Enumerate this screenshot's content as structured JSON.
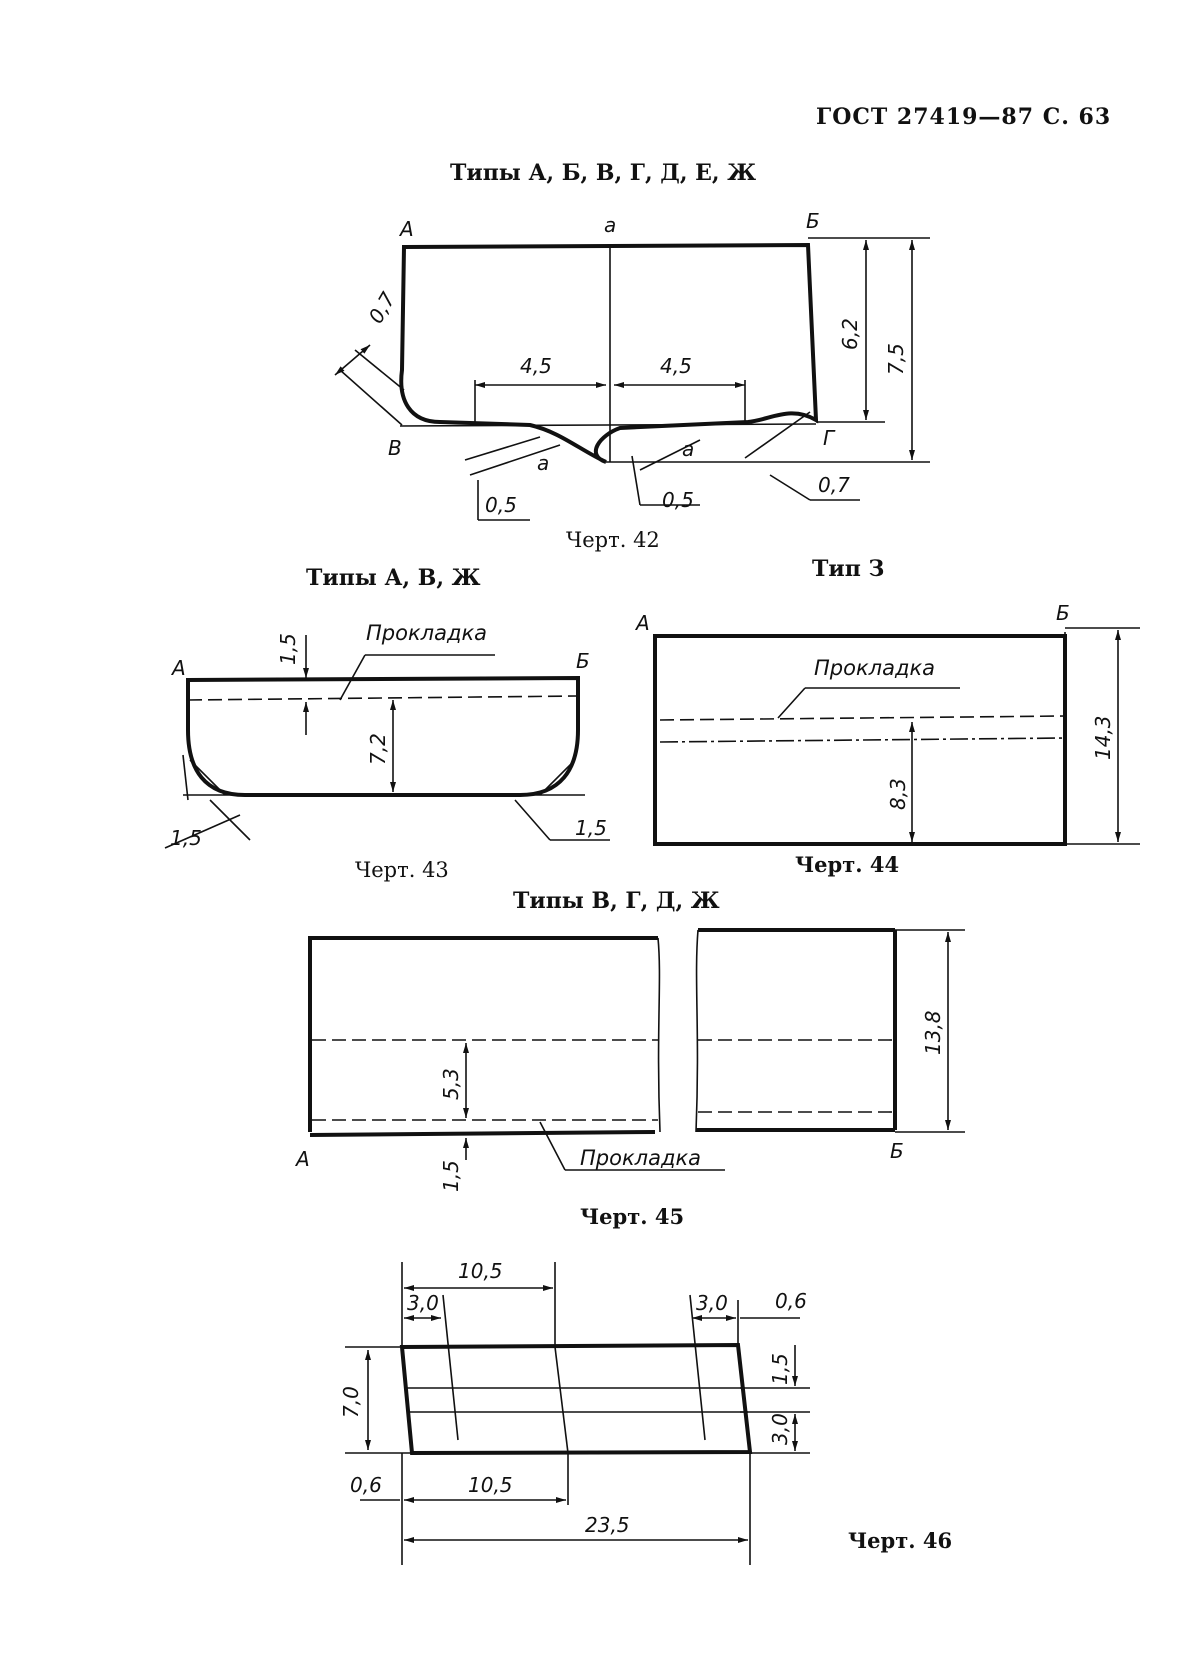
{
  "header": "ГОСТ 27419—87 С. 63",
  "fig42": {
    "title": "Типы А, Б, В, Г, Д, Е, Ж",
    "caption": "Черт. 42",
    "labels": {
      "A": "А",
      "B": "Б",
      "V": "В",
      "G": "Г",
      "a_top": "а",
      "a_left": "а",
      "a_right": "а"
    },
    "dims": {
      "w_left": "4,5",
      "w_right": "4,5",
      "h1": "6,2",
      "h2": "7,5",
      "c_left": "0,7",
      "c_right": "0,7",
      "d_left": "0,5",
      "d_right": "0,5"
    }
  },
  "fig43": {
    "title": "Типы А, В, Ж",
    "caption": "Черт. 43",
    "labels": {
      "A": "А",
      "B": "Б",
      "gasket": "Прокладка"
    },
    "dims": {
      "top": "1,5",
      "h": "7,2",
      "c_left": "1,5",
      "c_right": "1,5"
    }
  },
  "fig44": {
    "title": "Тип З",
    "caption": "Черт. 44",
    "labels": {
      "A": "А",
      "B": "Б",
      "gasket": "Прокладка"
    },
    "dims": {
      "h1": "8,3",
      "h2": "14,3"
    }
  },
  "fig45": {
    "title": "Типы В, Г, Д, Ж",
    "caption": "Черт. 45",
    "labels": {
      "A": "А",
      "B": "Б",
      "gasket": "Прокладка"
    },
    "dims": {
      "h1": "5,3",
      "h2": "1,5",
      "h3": "13,8"
    }
  },
  "fig46": {
    "caption": "Черт. 46",
    "dims": {
      "top_w": "10,5",
      "top_l": "3,0",
      "top_r": "3,0",
      "top_rr": "0,6",
      "r_top": "1,5",
      "r_bot": "3,0",
      "h": "7,0",
      "bot_l": "0,6",
      "bot_w": "10,5",
      "total": "23,5"
    }
  }
}
